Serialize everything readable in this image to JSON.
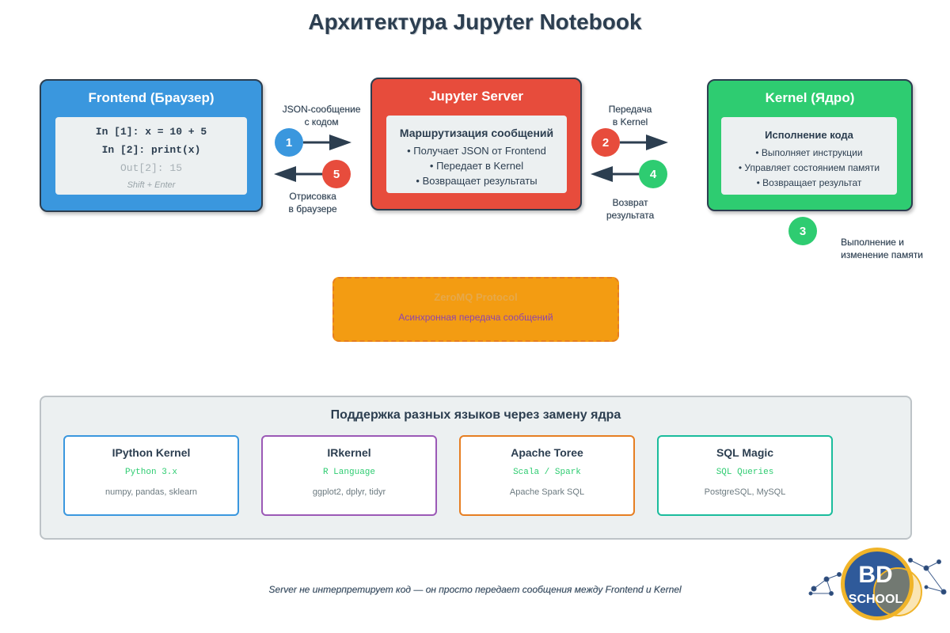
{
  "title": "Архитектура Jupyter Notebook",
  "frontend": {
    "title": "Frontend (Браузер)",
    "code_lines": [
      "In [1]: x = 10 + 5",
      "In [2]: print(x)"
    ],
    "output": "Out[2]: 15",
    "hint": "Shift + Enter"
  },
  "server": {
    "title": "Jupyter Server",
    "inner_title": "Маршрутизация сообщений",
    "bullets": [
      "• Получает JSON от Frontend",
      "• Передает в Kernel",
      "• Возвращает результаты"
    ]
  },
  "kernel": {
    "title": "Kernel (Ядро)",
    "inner_title": "Исполнение кода",
    "bullets": [
      "• Выполняет инструкции",
      "• Управляет состоянием памяти",
      "• Возвращает результат"
    ]
  },
  "steps": {
    "s1": {
      "num": "1",
      "label_1": "JSON-сообщение",
      "label_2": "с кодом"
    },
    "s2": {
      "num": "2",
      "label_1": "Передача",
      "label_2": "в Kernel"
    },
    "s3": {
      "num": "3",
      "label_1": "Выполнение и",
      "label_2": "изменение памяти"
    },
    "s4": {
      "num": "4",
      "label_1": "Возврат",
      "label_2": "результата"
    },
    "s5": {
      "num": "5",
      "label_1": "Отрисовка",
      "label_2": "в браузере"
    }
  },
  "zeromq": {
    "title": "ZeroMQ Protocol",
    "subtitle": "Асинхронная передача сообщений"
  },
  "languages": {
    "title": "Поддержка разных языков через замену ядра",
    "items": [
      {
        "name": "IPython Kernel",
        "sub": "Python 3.x",
        "libs": "numpy, pandas, sklearn",
        "color": "#3a97de",
        "sub_color": "#2ecc71"
      },
      {
        "name": "IRkernel",
        "sub": "R Language",
        "libs": "ggplot2, dplyr, tidyr",
        "color": "#9b59b6",
        "sub_color": "#2ecc71"
      },
      {
        "name": "Apache Toree",
        "sub": "Scala / Spark",
        "libs": "Apache Spark SQL",
        "color": "#e67e22",
        "sub_color": "#2ecc71"
      },
      {
        "name": "SQL Magic",
        "sub": "SQL Queries",
        "libs": "PostgreSQL, MySQL",
        "color": "#1abc9c",
        "sub_color": "#2ecc71"
      }
    ]
  },
  "footer": "Server не интерпретирует код — он просто передает сообщения между Frontend и Kernel",
  "logo": {
    "line1": "BD",
    "line2": "SCHOOL"
  }
}
